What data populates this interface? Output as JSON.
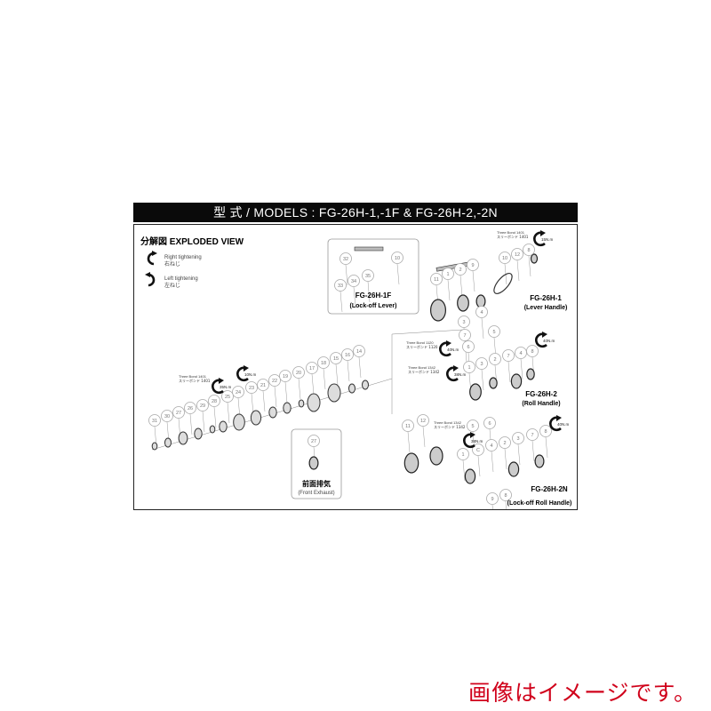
{
  "header": {
    "title": "型 式 / MODELS : FG-26H-1,-1F & FG-26H-2,-2N"
  },
  "section_title": "分解図  EXPLODED VIEW",
  "legend": {
    "right": {
      "en": "Right tightening",
      "jp": "右ねじ",
      "icon": "clockwise-arrow-icon"
    },
    "left": {
      "en": "Left tightening",
      "jp": "左ねじ",
      "icon": "counterclockwise-arrow-icon"
    }
  },
  "models": {
    "fg26h1f": {
      "name": "FG-26H-1F",
      "sub": "(Lock-off Lever)"
    },
    "fg26h1": {
      "name": "FG-26H-1",
      "sub": "(Lever Handle)"
    },
    "fg26h2": {
      "name": "FG-26H-2",
      "sub": "(Roll Handle)"
    },
    "fg26h2n": {
      "name": "FG-26H-2N",
      "sub": "(Lock-off  Roll Handle)"
    },
    "front_exhaust": {
      "name": "前面排気",
      "sub": "(Front Exhaust)"
    }
  },
  "notes": [
    {
      "en": "Three Bond 1401",
      "jp": "スリーボンド 1401"
    },
    {
      "en": "Three Bond 1120",
      "jp": "スリーボンド 1120"
    },
    {
      "en": "Three Bond 1342",
      "jp": "スリーボンド 1342"
    },
    {
      "en": "Three Bond 1342",
      "jp": "スリーボンド 1342"
    },
    {
      "en": "Three Bond 1401",
      "jp": "スリーボンド 1401"
    }
  ],
  "torques": [
    "35N.m",
    "10N.m",
    "15N.m",
    "40N.m",
    "40N.m",
    "38N.m",
    "38N.m",
    "40N.m"
  ],
  "parts": {
    "main": [
      "31",
      "30",
      "27",
      "26",
      "29",
      "28",
      "25",
      "24",
      "23",
      "21",
      "22",
      "19",
      "20",
      "17",
      "18",
      "15",
      "16",
      "14"
    ],
    "lever_lock": [
      "32",
      "10",
      "33",
      "34",
      "35"
    ],
    "lever": [
      "11",
      "1",
      "2",
      "9",
      "10",
      "12",
      "8",
      "3",
      "4",
      "7",
      "5",
      "6"
    ],
    "roll": [
      "1",
      "3",
      "2",
      "7",
      "4",
      "8",
      "5",
      "6"
    ],
    "roll_lock": [
      "11",
      "12",
      "1",
      "C",
      "4",
      "2",
      "3",
      "7",
      "8",
      "9",
      "8"
    ],
    "front": [
      "27"
    ]
  },
  "caption": "画像はイメージです。"
}
